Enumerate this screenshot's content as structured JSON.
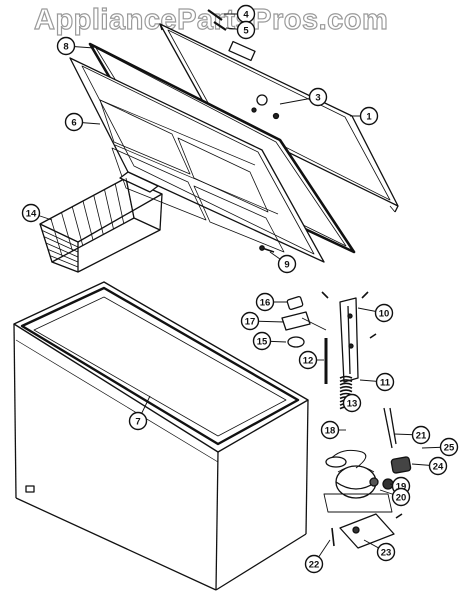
{
  "watermark": "AppliancePartsPros.com",
  "callouts": [
    {
      "id": "c1",
      "label": "1"
    },
    {
      "id": "c3",
      "label": "3"
    },
    {
      "id": "c4",
      "label": "4"
    },
    {
      "id": "c5",
      "label": "5"
    },
    {
      "id": "c6",
      "label": "6"
    },
    {
      "id": "c7",
      "label": "7"
    },
    {
      "id": "c8",
      "label": "8"
    },
    {
      "id": "c9",
      "label": "9"
    },
    {
      "id": "c10",
      "label": "10"
    },
    {
      "id": "c11",
      "label": "11"
    },
    {
      "id": "c12",
      "label": "12"
    },
    {
      "id": "c13",
      "label": "13"
    },
    {
      "id": "c14",
      "label": "14"
    },
    {
      "id": "c15",
      "label": "15"
    },
    {
      "id": "c16",
      "label": "16"
    },
    {
      "id": "c17",
      "label": "17"
    },
    {
      "id": "c18",
      "label": "18"
    },
    {
      "id": "c19",
      "label": "19"
    },
    {
      "id": "c20",
      "label": "20"
    },
    {
      "id": "c21",
      "label": "21"
    },
    {
      "id": "c22",
      "label": "22"
    },
    {
      "id": "c23",
      "label": "23"
    },
    {
      "id": "c24",
      "label": "24"
    },
    {
      "id": "c25",
      "label": "25"
    }
  ]
}
